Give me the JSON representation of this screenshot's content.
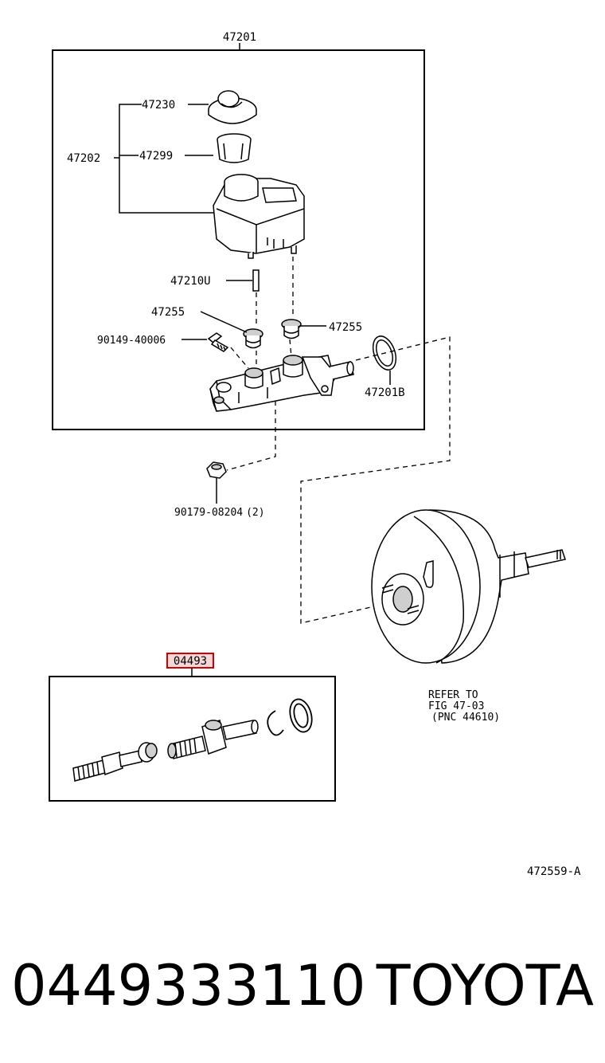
{
  "labels": {
    "assembly": "47201",
    "reservoir_set": "47202",
    "cap": "47230",
    "strainer": "47299",
    "pin": "47210U",
    "grommet_left": "47255",
    "grommet_right": "47255",
    "screw": "90149-40006",
    "o_ring": "47201B",
    "nut": "90179-08204",
    "nut_qty": "(2)",
    "kit": "04493",
    "refer_line1": "REFER TO",
    "refer_line2": "FIG 47-03",
    "refer_line3": "(PNC 44610)",
    "figure_code": "472559-A"
  },
  "footer": {
    "part_number": "0449333110",
    "brand": "TOYOTA"
  },
  "colors": {
    "line": "#000000",
    "highlight": "#cc0000",
    "highlight_fill": "#f6d6d6",
    "shade": "#cfcfcf"
  }
}
